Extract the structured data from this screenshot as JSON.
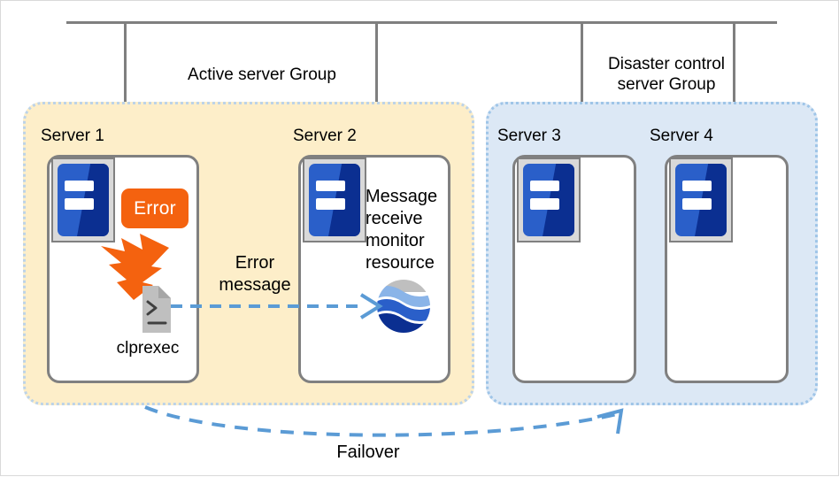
{
  "diagram": {
    "title_absent": true,
    "network": {
      "trunk_color": "#7f7f7f",
      "drop_count": 4
    },
    "groups": [
      {
        "id": "active-server-group",
        "label": "Active server Group",
        "fill": "#fdeec9",
        "border": "#bcd3e8"
      },
      {
        "id": "disaster-control-server-group",
        "label": "Disaster control\nserver Group",
        "fill": "#dce8f5",
        "border": "#9fc5e8"
      }
    ],
    "servers": [
      {
        "id": "server-1",
        "name": "Server 1",
        "group": "active-server-group"
      },
      {
        "id": "server-2",
        "name": "Server 2",
        "group": "active-server-group"
      },
      {
        "id": "server-3",
        "name": "Server 3",
        "group": "disaster-control-server-group"
      },
      {
        "id": "server-4",
        "name": "Server 4",
        "group": "disaster-control-server-group"
      }
    ],
    "badges": [
      {
        "id": "error-badge",
        "label": "Error",
        "color": "#f4620f",
        "text_color": "#ffffff"
      }
    ],
    "icons": [
      {
        "id": "clprexec-icon",
        "caption": "clprexec",
        "glyph": ">_",
        "fill": "#bfbfbf"
      },
      {
        "id": "burst-icon",
        "color": "#f4620f"
      },
      {
        "id": "globe-icon",
        "colors": [
          "#bfbfbf",
          "#8ab4e8",
          "#2a5fc9",
          "#0b2f91"
        ]
      }
    ],
    "annotations": [
      {
        "id": "error-message-label",
        "text": "Error\nmessage"
      },
      {
        "id": "message-receive-monitor-resource-label",
        "text": "Message\nreceive\nmonitor\nresource"
      },
      {
        "id": "failover-label",
        "text": "Failover"
      }
    ],
    "arrows": [
      {
        "id": "error-message-arrow",
        "style": "dashed",
        "color": "#5b9bd5",
        "from": "clprexec-icon",
        "to": "globe-icon"
      },
      {
        "id": "failover-arrow",
        "style": "dashed",
        "color": "#5b9bd5",
        "from": "active-server-group",
        "to": "disaster-control-server-group"
      }
    ]
  }
}
